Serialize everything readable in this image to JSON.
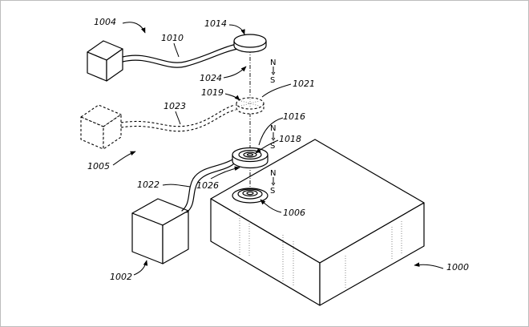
{
  "references": {
    "system": "1000",
    "base_unit": "1002",
    "remote_unit": "1004",
    "remote_unit_alt": "1005",
    "base_pad": "1006",
    "remote_cable": "1010",
    "remote_puck": "1014",
    "base_connector": "1016",
    "base_coil": "1018",
    "alt_puck": "1019",
    "alt_axis": "1021",
    "base_cable": "1022",
    "alt_cable": "1023",
    "puck_axis": "1024",
    "base_axis": "1026"
  },
  "poles": {
    "north": "N",
    "south": "S"
  }
}
